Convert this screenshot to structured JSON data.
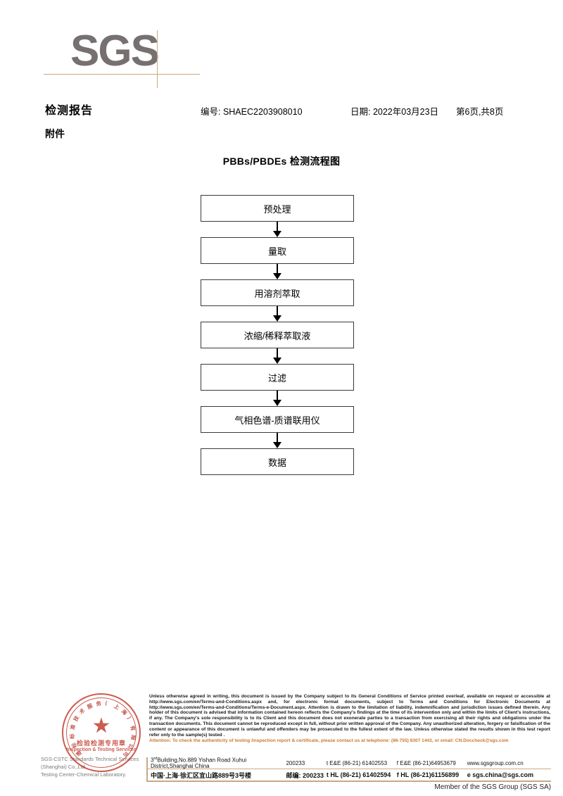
{
  "logo": {
    "text": "SGS"
  },
  "header": {
    "title": "检测报告",
    "subtitle": "附件",
    "report_no": "编号: SHAEC2203908010",
    "date": "日期: 2022年03月23日",
    "page": "第6页,共8页"
  },
  "flowchart": {
    "title": "PBBs/PBDEs 检测流程图",
    "steps": [
      {
        "label": "预处理"
      },
      {
        "label": "量取"
      },
      {
        "label": "用溶剂萃取"
      },
      {
        "label": "浓缩/稀释萃取液"
      },
      {
        "label": "过滤"
      },
      {
        "label": "气相色谱-质谱联用仪"
      },
      {
        "label": "数据"
      }
    ]
  },
  "seal": {
    "star": "★",
    "chinese": "检验检测专用章",
    "english": "Inspection & Testing Services",
    "arc_text": "通标标准技术服务(上海)有限公司"
  },
  "lab": {
    "name_en": "SGS-CSTC Standards Technical Services (Shanghai) Co.,Ltd.",
    "name_en2": "Testing Center-Chemical Laboratory."
  },
  "footer": {
    "legal": "Unless otherwise agreed in writing, this document is issued by the Company subject to its General Conditions of Service printed overleaf, available on request or accessible at http://www.sgs.com/en/Terms-and-Conditions.aspx and, for electronic format documents, subject to Terms and Conditions for Electronic Documents at http://www.sgs.com/en/Terms-and-Conditions/Terms-e-Document.aspx. Attention is drawn to the limitation of liability, indemnification and jurisdiction issues defined therein. Any holder of this document is advised that information contained hereon reflects the Company's findings at the time of its intervention only and within the limits of Client's instructions, if any. The Company's sole responsibility is to its Client and this document does not exonerate parties to a transaction from exercising all their rights and obligations under the transaction documents. This document cannot be reproduced except in full, without prior written approval of the Company. Any unauthorized alteration, forgery or falsification of the content or appearance of this document is unlawful and offenders may be prosecuted to the fullest extent of the law. Unless otherwise stated the results shown in this test report refer only to the sample(s) tested .",
    "attention": "Attention: To check the authenticity of testing /inspection report & certificate, please contact us at telephone: (86-755) 8307 1443, or email: CN.Doccheck@sgs.com",
    "address_en": "Building,No.889 Yishan Road Xuhui District,Shanghai China",
    "address_en_prefix": "3",
    "address_en_sup": "rd",
    "postcode_en": "200233",
    "address_cn": "中国·上海·徐汇区宜山路889号3号楼",
    "postcode_cn": "邮编: 200233",
    "tel_ee": "t E&E (86-21) 61402553",
    "fax_ee": "f E&E (86-21)64953679",
    "website": "www.sgsgroup.com.cn",
    "tel_hl": "t HL (86-21) 61402594",
    "fax_hl": "f HL (86-21)61156899",
    "email": "e sgs.china@sgs.com",
    "member": "Member of the SGS Group (SGS SA)"
  }
}
